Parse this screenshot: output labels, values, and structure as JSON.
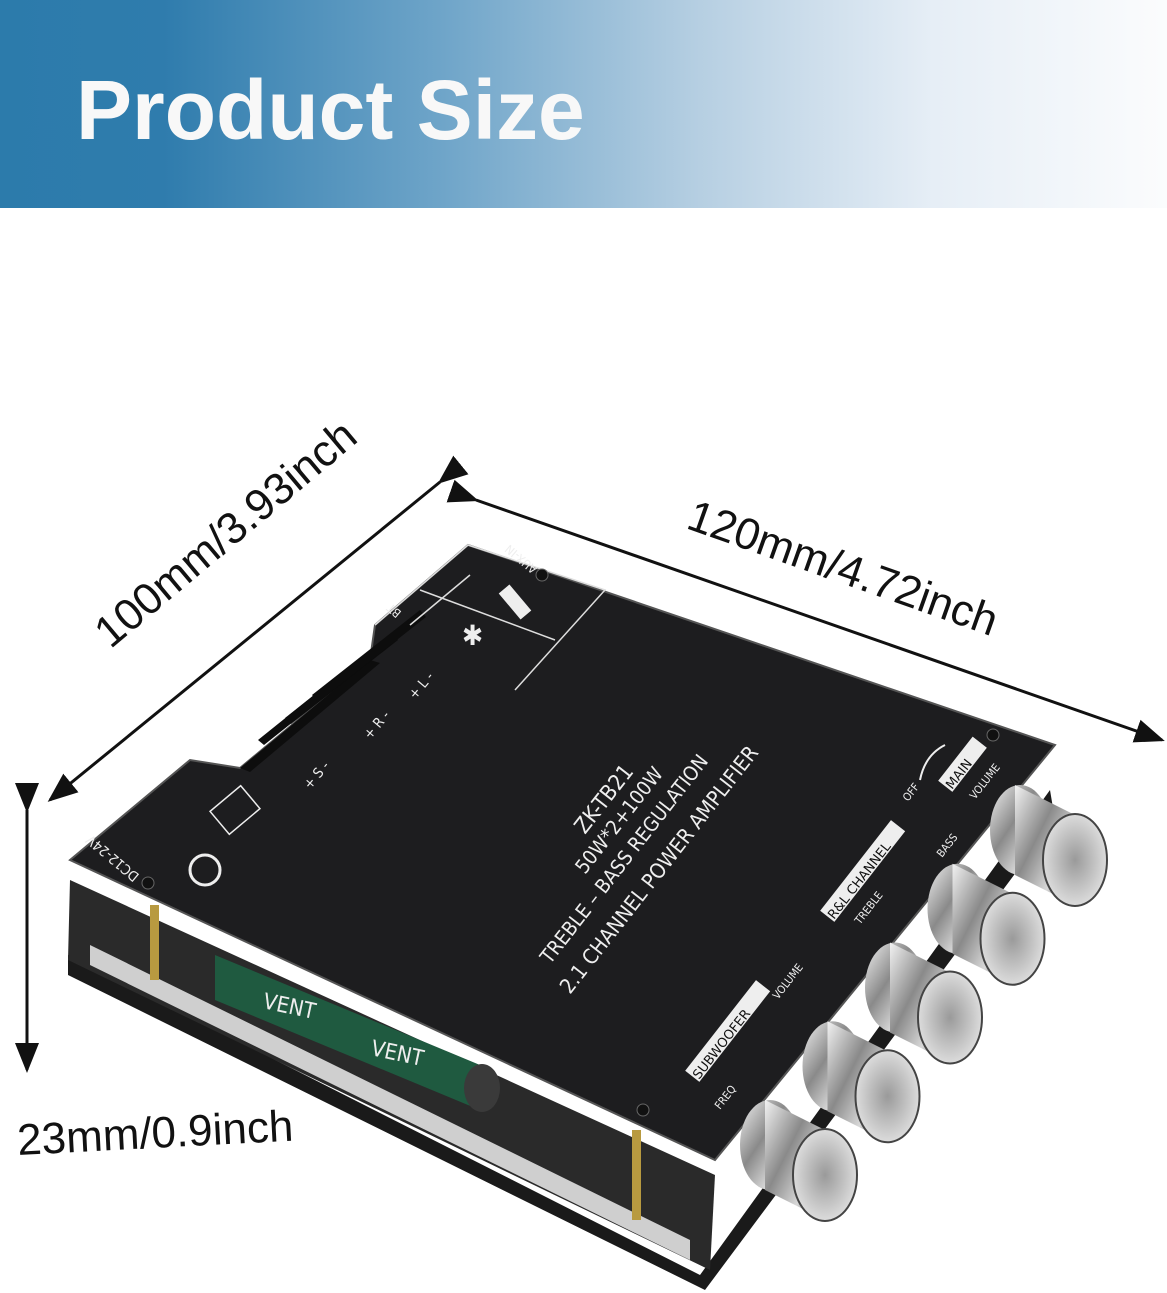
{
  "banner": {
    "title": "Product Size",
    "gradient_start": "#2c7bab",
    "gradient_end": "#fbfcfd"
  },
  "dimensions": {
    "width": "100mm/3.93inch",
    "length": "120mm/4.72inch",
    "height": "23mm/0.9inch"
  },
  "board": {
    "model": "ZK-TB21",
    "power": "50W*2+100W",
    "feature": "TREBLE  –  BASS  REGULATION",
    "description": "2.1 CHANNEL POWER AMPLIFIER",
    "power_input": "DC12-24V",
    "outputs": [
      "+ S -",
      "+ R -",
      "+ L -"
    ],
    "inputs": [
      "BT",
      "AUX-IN"
    ],
    "main_label": "MAIN",
    "main_volume": "VOLUME",
    "main_off": "OFF",
    "rl_channel": "R&L CHANNEL",
    "treble": "TREBLE",
    "bass": "BASS",
    "subwoofer": "SUBWOOFER",
    "sub_volume": "VOLUME",
    "freq": "FREQ",
    "capacitor": "VENT",
    "knob_count": 5
  }
}
